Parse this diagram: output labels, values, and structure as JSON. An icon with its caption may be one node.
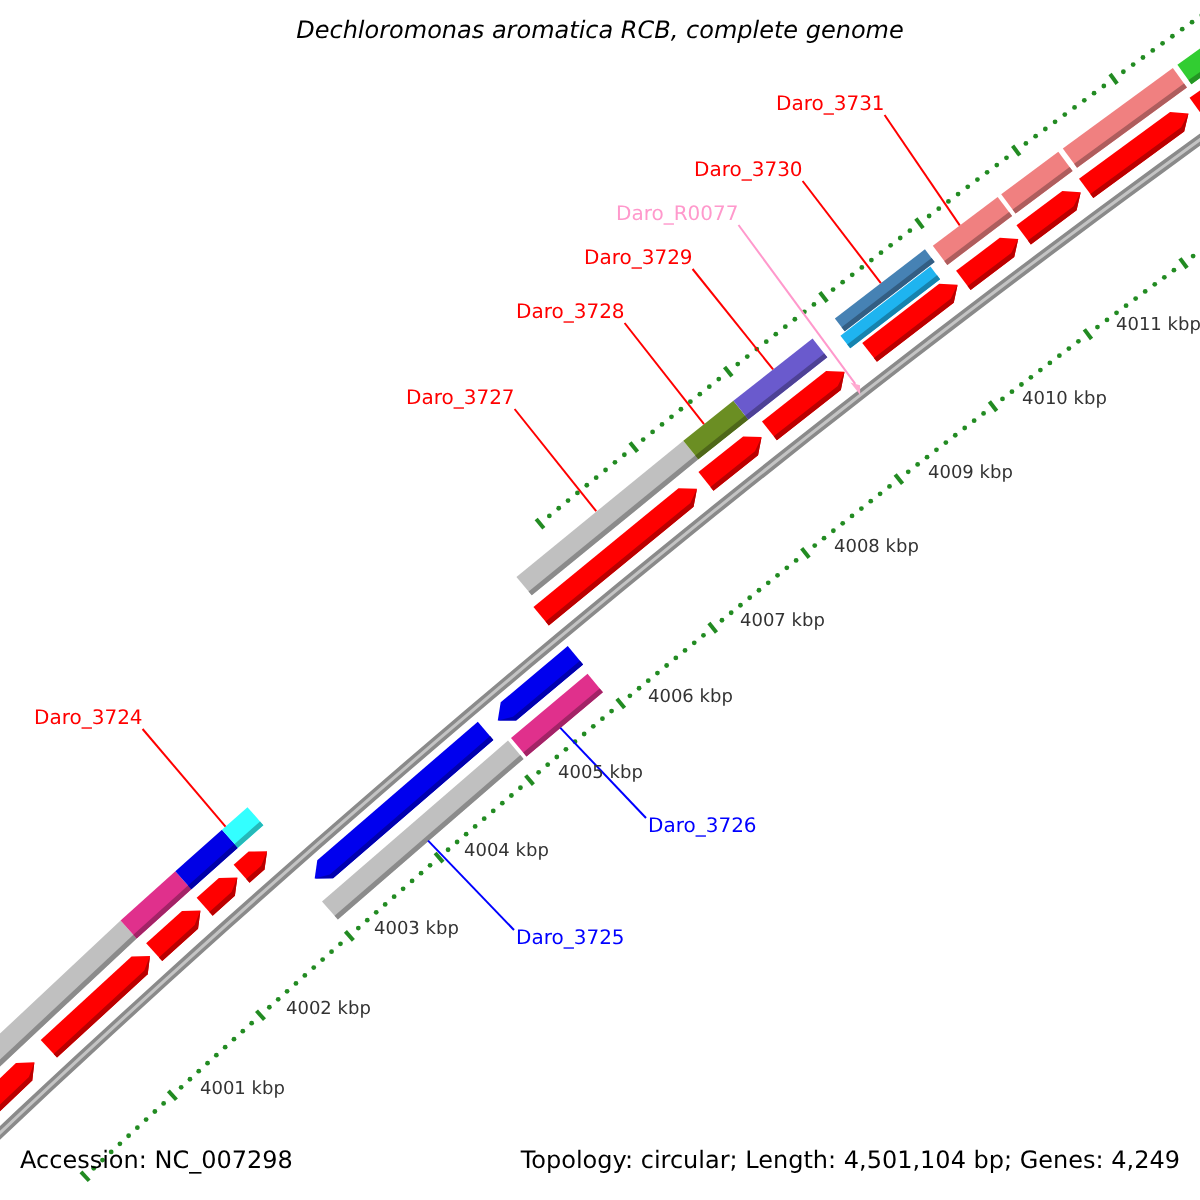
{
  "diagram": {
    "title": "Dechloromonas aromatica RCB, complete genome",
    "nodes": [
      {
        "text": [
          "Daro_3731"
        ]
      },
      {
        "text": [
          "Daro_3730"
        ]
      },
      {
        "text": [
          "Daro_R0077"
        ]
      },
      {
        "text": [
          "Daro_3729"
        ]
      },
      {
        "text": [
          "Daro_3728"
        ]
      },
      {
        "text": [
          "Daro_3727"
        ]
      },
      {
        "text": [
          "Daro_3724"
        ]
      },
      {
        "text": [
          "Daro_3726"
        ]
      },
      {
        "text": [
          "Daro_3725"
        ]
      },
      {
        "text": [],
        "shape": "arrow"
      },
      {
        "text": [],
        "shape": "bar"
      },
      {
        "text": [],
        "shape": "arrow"
      },
      {
        "text": [],
        "shape": "bar"
      },
      {
        "text": [],
        "shape": "arrow"
      },
      {
        "text": [],
        "shape": "bar"
      },
      {
        "text": [],
        "shape": "arrow"
      },
      {
        "text": [],
        "shape": "bar"
      },
      {
        "text": [],
        "shape": "arrow"
      },
      {
        "text": [],
        "shape": "arrow"
      },
      {
        "text": [],
        "shape": "bar"
      },
      {
        "text": [],
        "shape": "arrow"
      },
      {
        "text": [],
        "shape": "bar"
      },
      {
        "text": [],
        "shape": "bar"
      },
      {
        "text": [],
        "shape": "arrow"
      },
      {
        "text": [],
        "shape": "bar"
      },
      {
        "text": [],
        "shape": "arrow"
      },
      {
        "text": [],
        "shape": "bar"
      },
      {
        "text": [],
        "shape": "arrow"
      },
      {
        "text": [],
        "shape": "bar"
      },
      {
        "text": [],
        "shape": "bar"
      },
      {
        "text": [],
        "shape": "triangle"
      },
      {
        "text": [],
        "shape": "arrow"
      },
      {
        "text": [],
        "shape": "bar"
      },
      {
        "text": [],
        "shape": "arrow"
      },
      {
        "text": [],
        "shape": "bar"
      },
      {
        "text": [],
        "shape": "arrow"
      },
      {
        "text": [],
        "shape": "bar"
      },
      {
        "text": [],
        "shape": "arrow"
      },
      {
        "text": [],
        "shape": "bar"
      },
      {
        "text": [],
        "shape": "arrow"
      }
    ],
    "edges": [
      {
        "from": 0,
        "to": 32,
        "arrow": "none"
      },
      {
        "from": 1,
        "to": 28,
        "arrow": "none"
      },
      {
        "from": 2,
        "to": 30,
        "arrow": "none",
        "color": "#ff99cc"
      },
      {
        "from": 3,
        "to": 26,
        "arrow": "none"
      },
      {
        "from": 4,
        "to": 24,
        "arrow": "none"
      },
      {
        "from": 5,
        "to": 22,
        "arrow": "none"
      },
      {
        "from": 6,
        "to": 16,
        "arrow": "none"
      },
      {
        "from": 7,
        "to": 21,
        "arrow": "none",
        "color": "#0000ff"
      },
      {
        "from": 8,
        "to": 19,
        "arrow": "none",
        "color": "#0000ff"
      }
    ],
    "labels": [
      "4011 kbp",
      "4010 kbp",
      "4009 kbp",
      "4008 kbp",
      "4007 kbp",
      "4006 kbp",
      "4005 kbp",
      "4004 kbp",
      "4003 kbp",
      "4002 kbp",
      "4001 kbp",
      "Accession: NC_007298",
      "Topology: circular; Length: 4,501,104 bp; Genes: 4,249"
    ]
  }
}
